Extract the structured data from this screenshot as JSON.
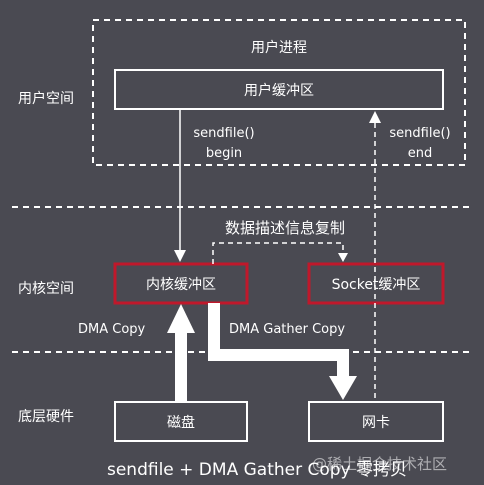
{
  "regions": {
    "user_space": "用户空间",
    "kernel_space": "内核空间",
    "hardware": "底层硬件"
  },
  "process_box": "用户进程",
  "boxes": {
    "user_buffer": "用户缓冲区",
    "kernel_buffer": "内核缓冲区",
    "socket_buffer": "Socket缓冲区",
    "disk": "磁盘",
    "nic": "网卡"
  },
  "annotations": {
    "sendfile_begin": "sendfile()\nbegin",
    "sendfile_end": "sendfile()\nend",
    "descriptor_copy": "数据描述信息复制",
    "dma_copy": "DMA Copy",
    "dma_gather_copy": "DMA Gather Copy"
  },
  "caption": "sendfile + DMA Gather Copy 零拷贝",
  "watermark": "@稀土掘金技术社区",
  "colors": {
    "background": "#4a4a52",
    "highlight_border": "#c0182b",
    "line": "#ffffff"
  }
}
